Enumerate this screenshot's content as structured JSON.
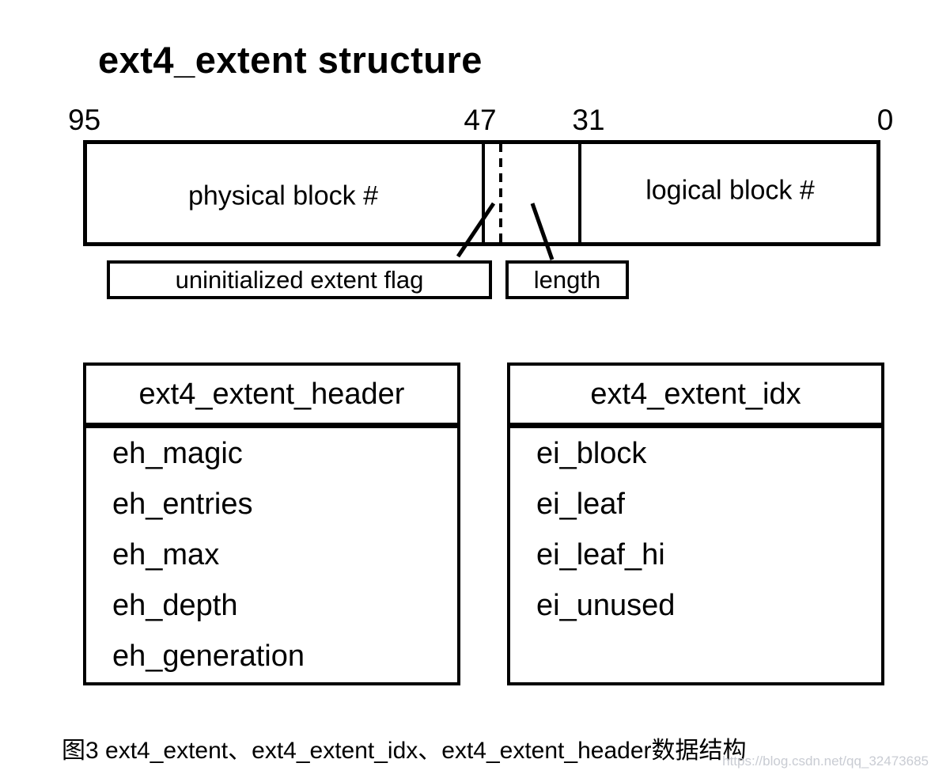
{
  "title": "ext4_extent structure",
  "bitfield": {
    "bit_labels": [
      "95",
      "47",
      "31",
      "0"
    ],
    "physical_label": "physical block #",
    "logical_label": "logical block #",
    "flag_label": "uninitialized extent flag",
    "length_label": "length"
  },
  "tables": [
    {
      "header": "ext4_extent_header",
      "rows": [
        "eh_magic",
        "eh_entries",
        "eh_max",
        "eh_depth",
        "eh_generation"
      ]
    },
    {
      "header": "ext4_extent_idx",
      "rows": [
        "ei_block",
        "ei_leaf",
        "ei_leaf_hi",
        "ei_unused"
      ]
    }
  ],
  "caption": "图3  ext4_extent、ext4_extent_idx、ext4_extent_header数据结构",
  "watermark": "https://blog.csdn.net/qq_32473685",
  "colors": {
    "ink": "#000000",
    "background": "#ffffff",
    "watermark_gray": "#c9ccd3"
  }
}
